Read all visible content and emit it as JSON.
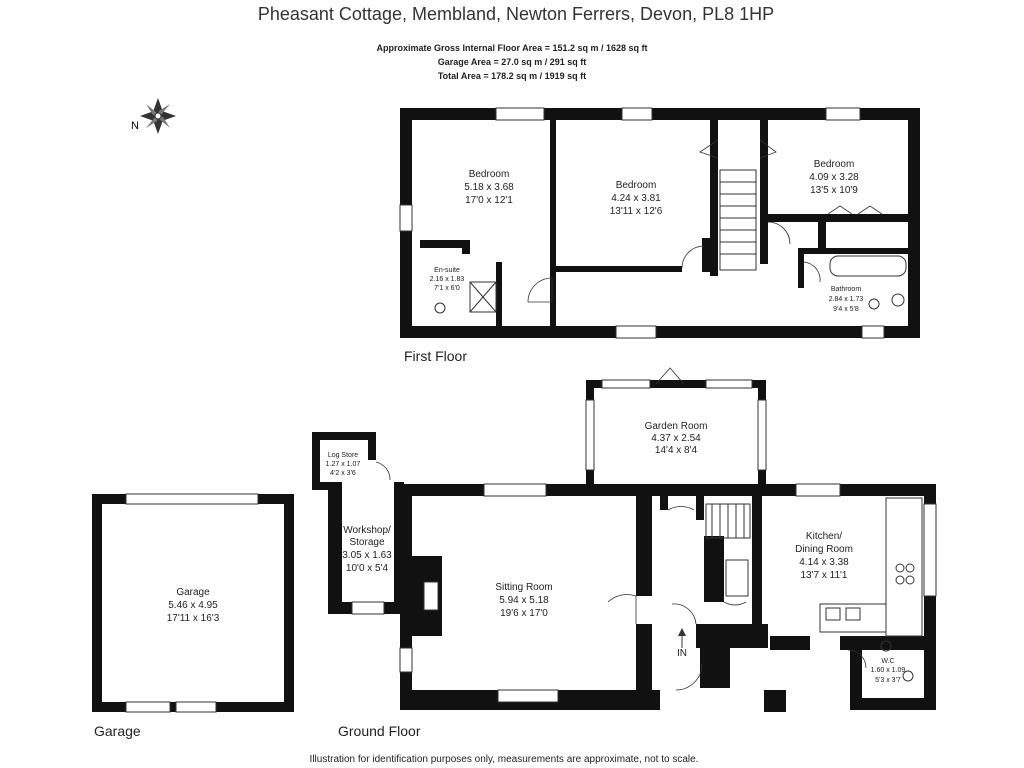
{
  "header": {
    "title": "Pheasant Cottage, Membland, Newton Ferrers, Devon, PL8 1HP",
    "area_lines": [
      "Approximate Gross Internal Floor Area = 151.2 sq m / 1628 sq ft",
      "Garage Area = 27.0 sq m / 291 sq ft",
      "Total Area = 178.2 sq m / 1919 sq ft"
    ]
  },
  "compass": {
    "label": "N",
    "icon": "compass-rose-icon"
  },
  "floors": {
    "first": "First Floor",
    "ground": "Ground Floor",
    "garage": "Garage"
  },
  "rooms": {
    "bedroom1": [
      "Bedroom",
      "5.18 x 3.68",
      "17'0 x 12'1"
    ],
    "bedroom2": [
      "Bedroom",
      "4.24 x 3.81",
      "13'11 x 12'6"
    ],
    "bedroom3": [
      "Bedroom",
      "4.09 x 3.28",
      "13'5 x 10'9"
    ],
    "ensuite": [
      "En-suite",
      "2.16 x 1.83",
      "7'1 x 6'0"
    ],
    "bathroom": [
      "Bathroom",
      "2.84 x 1.73",
      "9'4 x 5'8"
    ],
    "garden_room": [
      "Garden Room",
      "4.37 x 2.54",
      "14'4 x 8'4"
    ],
    "log_store": [
      "Log Store",
      "1.27 x 1.07",
      "4'2 x 3'6"
    ],
    "workshop": [
      "Workshop/",
      "Storage",
      "3.05 x 1.63",
      "10'0 x 5'4"
    ],
    "sitting_room": [
      "Sitting Room",
      "5.94 x 5.18",
      "19'6 x 17'0"
    ],
    "kitchen": [
      "Kitchen/",
      "Dining Room",
      "4.14 x 3.38",
      "13'7 x 11'1"
    ],
    "wc": [
      "W.C",
      "1.60 x 1.09",
      "5'3 x 3'7"
    ],
    "garage": [
      "Garage",
      "5.46 x 4.95",
      "17'11 x 16'3"
    ],
    "entrance": "IN"
  },
  "footer": {
    "disclaimer": "Illustration for identification purposes only, measurements are approximate, not to scale."
  }
}
